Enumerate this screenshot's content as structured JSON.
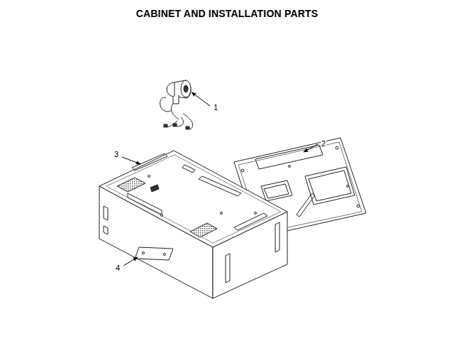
{
  "diagram": {
    "title": "CABINET AND INSTALLATION PARTS",
    "labels": [
      "1",
      "2",
      "3",
      "4"
    ]
  }
}
